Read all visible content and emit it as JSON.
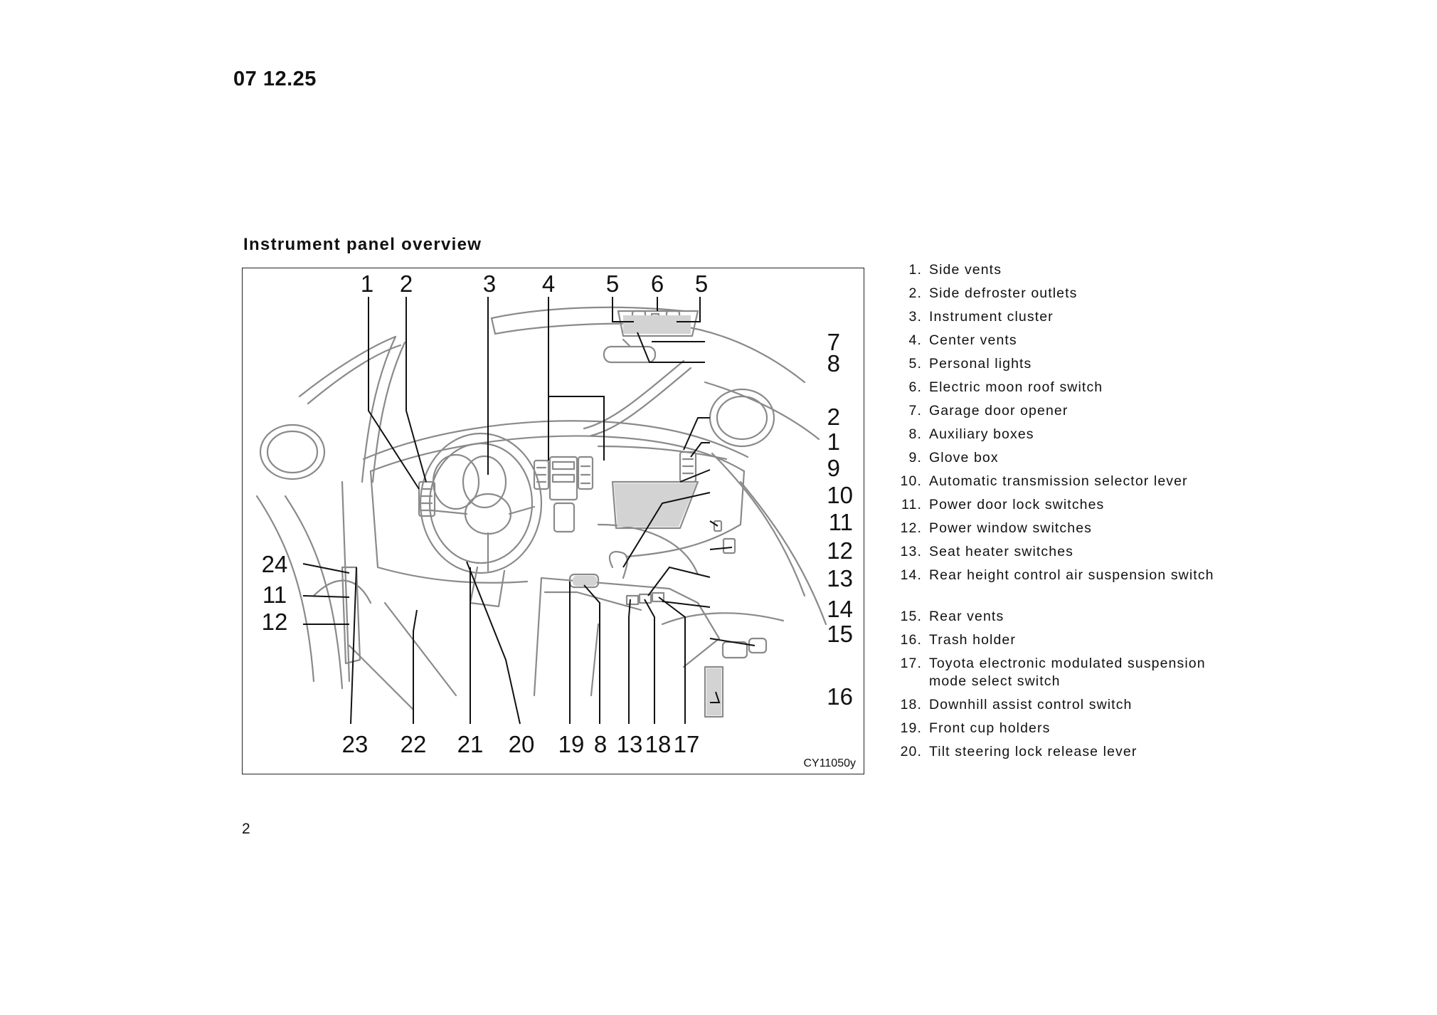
{
  "header": {
    "doc_code": "07 12.25"
  },
  "section": {
    "title": "Instrument panel overview"
  },
  "figure": {
    "code": "CY11050y",
    "callouts": {
      "c1a": "1",
      "c2a": "2",
      "c3": "3",
      "c4": "4",
      "c5a": "5",
      "c6": "6",
      "c5b": "5",
      "c7": "7",
      "c8a": "8",
      "c2b": "2",
      "c1b": "1",
      "c9": "9",
      "c10": "10",
      "c11a": "11",
      "c12a": "12",
      "c13a": "13",
      "c14": "14",
      "c15": "15",
      "c16": "16",
      "c24": "24",
      "c11b": "11",
      "c12b": "12",
      "c23": "23",
      "c22": "22",
      "c21": "21",
      "c20": "20",
      "c19": "19",
      "c8b": "8",
      "c13b": "13",
      "c18": "18",
      "c17": "17"
    }
  },
  "legend": [
    {
      "num": "1.",
      "text": "Side vents"
    },
    {
      "num": "2.",
      "text": "Side defroster outlets"
    },
    {
      "num": "3.",
      "text": "Instrument cluster"
    },
    {
      "num": "4.",
      "text": "Center vents"
    },
    {
      "num": "5.",
      "text": "Personal lights"
    },
    {
      "num": "6.",
      "text": "Electric moon roof switch"
    },
    {
      "num": "7.",
      "text": "Garage door opener"
    },
    {
      "num": "8.",
      "text": "Auxiliary boxes"
    },
    {
      "num": "9.",
      "text": "Glove box"
    },
    {
      "num": "10.",
      "text": "Automatic transmission selector lever"
    },
    {
      "num": "11.",
      "text": "Power door lock switches"
    },
    {
      "num": "12.",
      "text": "Power window switches"
    },
    {
      "num": "13.",
      "text": "Seat heater switches"
    },
    {
      "num": "14.",
      "text": "Rear height control air suspension switch"
    },
    {
      "num": "15.",
      "text": "Rear vents"
    },
    {
      "num": "16.",
      "text": "Trash holder"
    },
    {
      "num": "17.",
      "text": "Toyota electronic modulated suspension mode select switch"
    },
    {
      "num": "18.",
      "text": "Downhill assist control switch"
    },
    {
      "num": "19.",
      "text": "Front cup holders"
    },
    {
      "num": "20.",
      "text": "Tilt steering lock release lever"
    }
  ],
  "footer": {
    "page_number": "2"
  }
}
